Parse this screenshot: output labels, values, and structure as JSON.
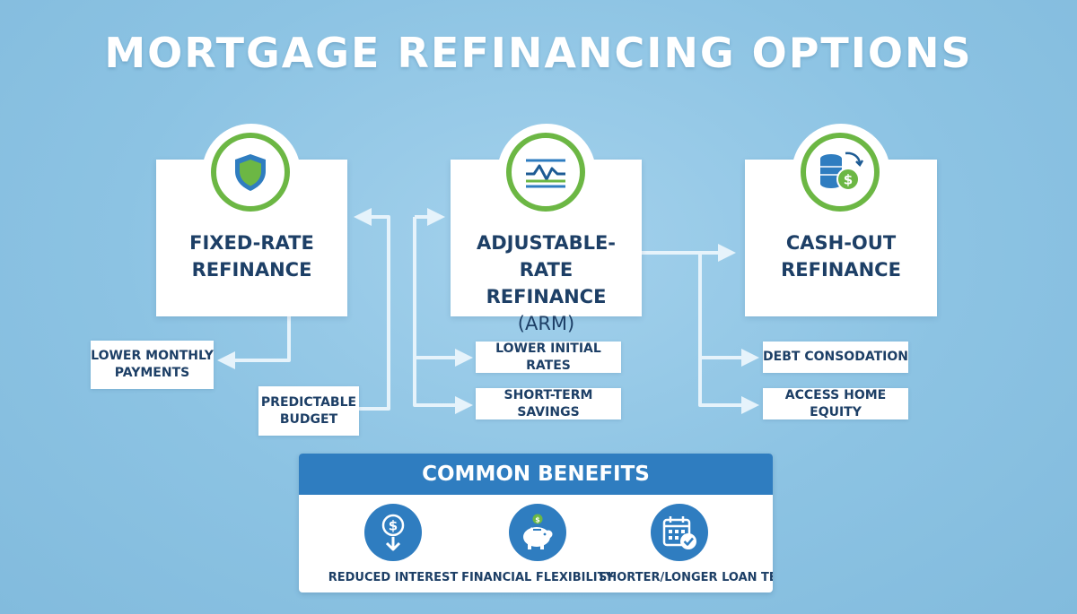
{
  "title": "MORTGAGE REFINANCING OPTIONS",
  "options": [
    {
      "label_lines": [
        "FIXED-RATE",
        "REFINANCE"
      ],
      "icon": "shield-icon",
      "features": [
        {
          "lines": [
            "LOWER MONTHLY",
            "PAYMENTS"
          ]
        },
        {
          "lines": [
            "PREDICTABLE",
            "BUDGET"
          ]
        }
      ]
    },
    {
      "label_lines": [
        "ADJUSTABLE-RATE",
        "REFINANCE",
        "(ARM)"
      ],
      "icon": "rate-chart-icon",
      "features": [
        {
          "lines": [
            "LOWER INITIAL RATES"
          ]
        },
        {
          "lines": [
            "SHORT-TERM SAVINGS"
          ]
        }
      ]
    },
    {
      "label_lines": [
        "CASH-OUT",
        "REFINANCE"
      ],
      "icon": "coins-cash-icon",
      "features": [
        {
          "lines": [
            "DEBT CONSODATION"
          ]
        },
        {
          "lines": [
            "ACCESS HOME EQUITY"
          ]
        }
      ]
    }
  ],
  "benefits": {
    "title": "COMMON BENEFITS",
    "items": [
      {
        "label": "REDUCED INTEREST",
        "icon": "dollar-down-icon"
      },
      {
        "label": "FINANCIAL FLEXIBILITY",
        "icon": "piggy-bank-icon"
      },
      {
        "label": "SHORTER/LONGER LOAN TERMS",
        "icon": "calendar-check-icon"
      }
    ]
  },
  "colors": {
    "background": "#8cc3e3",
    "accent_green": "#6cb744",
    "accent_blue": "#2f7dc0",
    "text_navy": "#1d3f66"
  }
}
